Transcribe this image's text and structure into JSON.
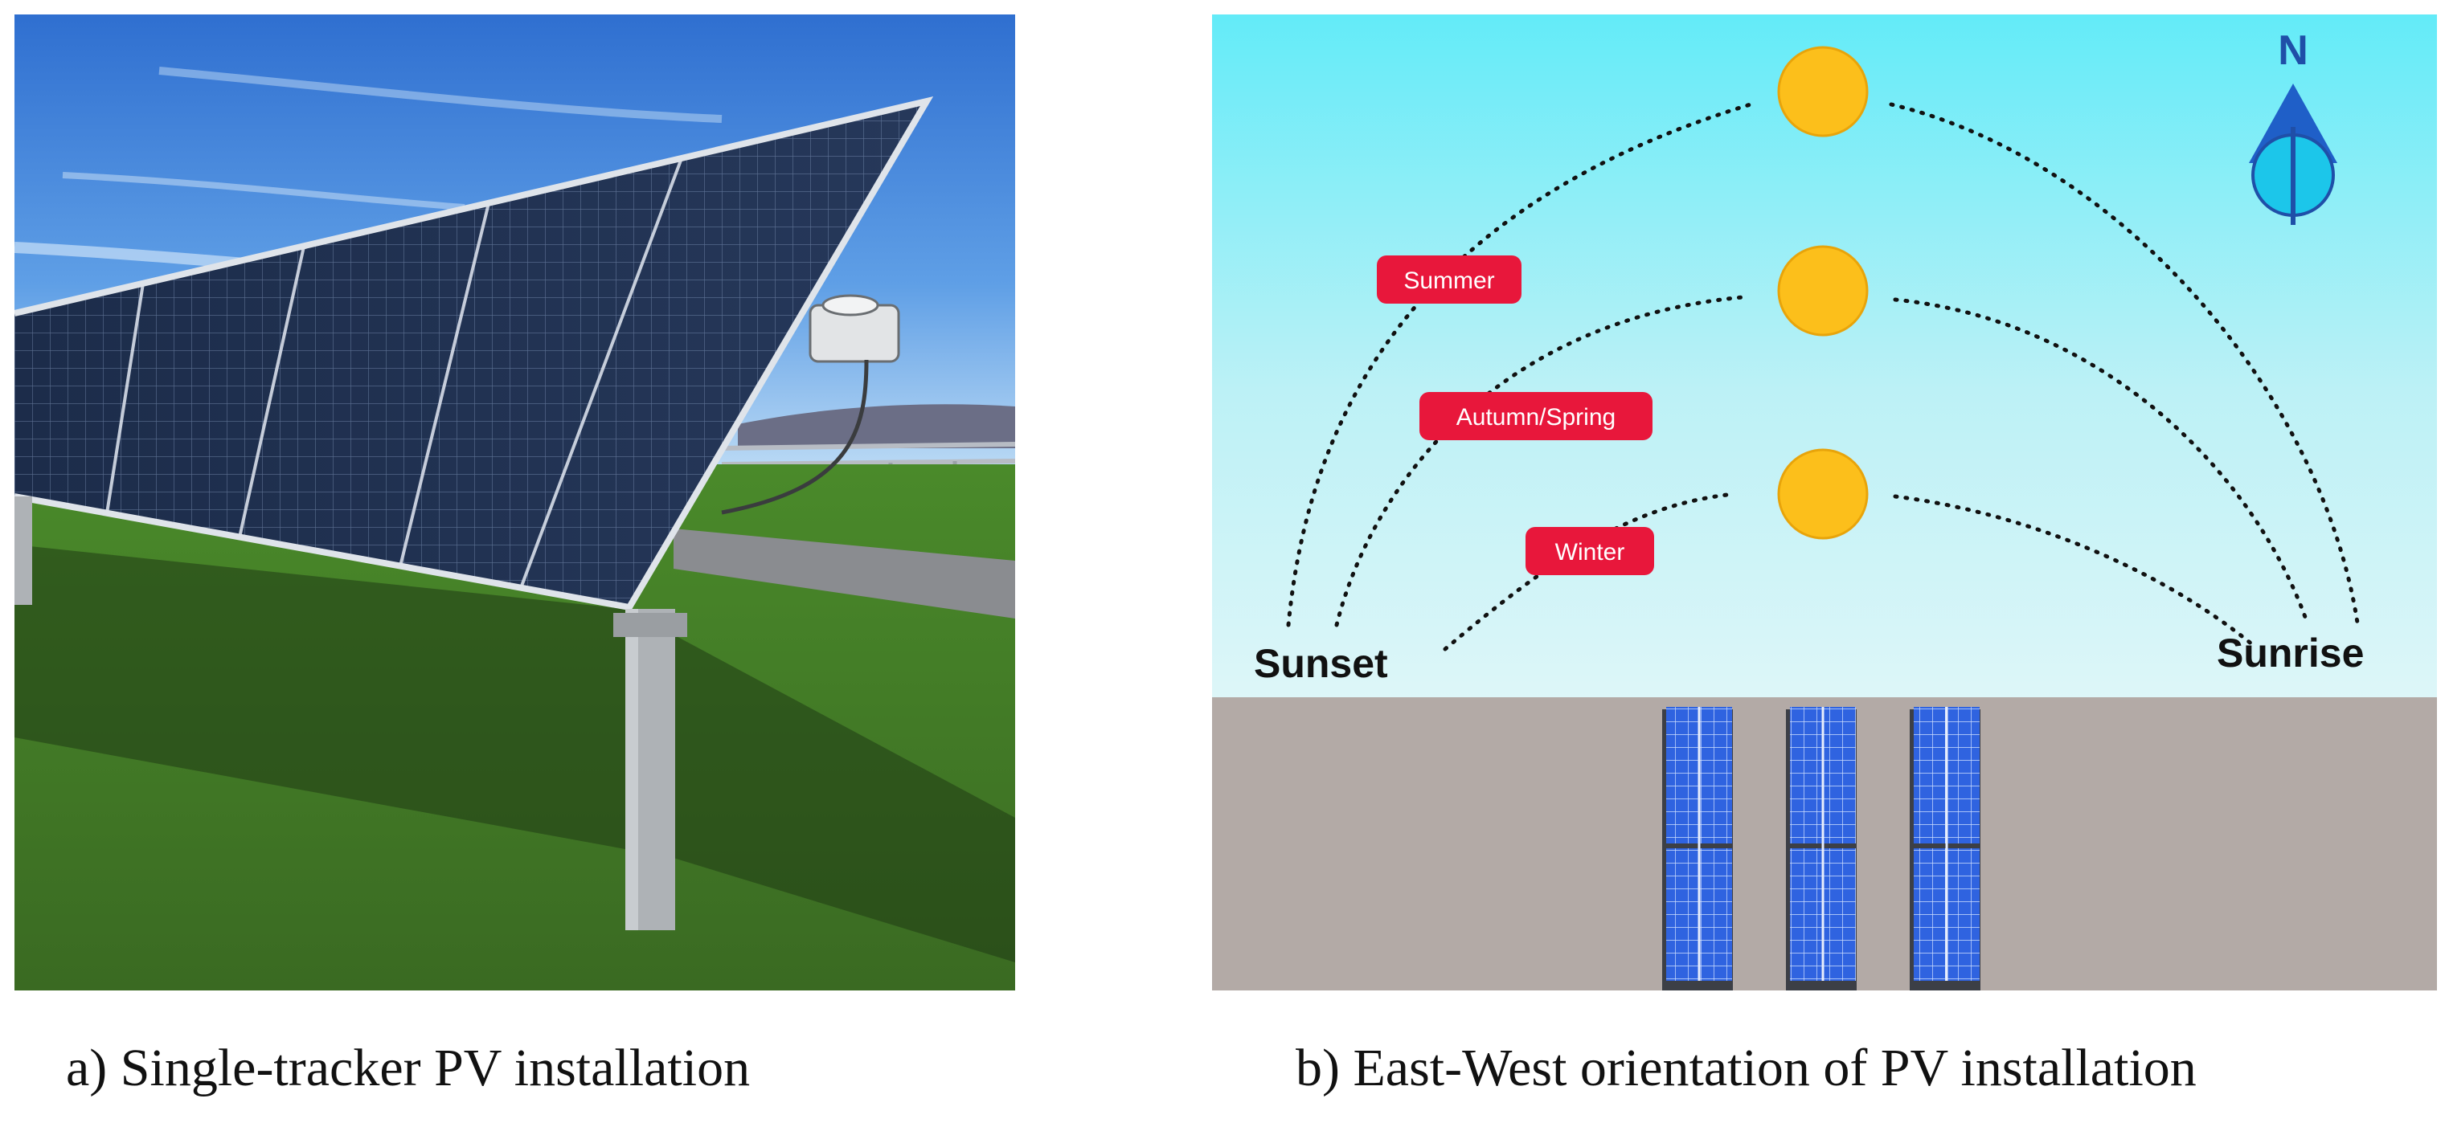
{
  "panel_a": {
    "caption": "a) Single-tracker PV installation"
  },
  "panel_b": {
    "caption": "b) East-West orientation of PV installation",
    "compass_label": "N",
    "seasons": [
      "Summer",
      "Autumn/Spring",
      "Winter"
    ],
    "sunset_label": "Sunset",
    "sunrise_label": "Sunrise"
  },
  "colors": {
    "sun": "#fcbf1b",
    "season_badge": "#e8173b",
    "sky_top": "#63ebf8",
    "ground": "#b3aaa6",
    "panel_blue": "#2f63e0"
  }
}
